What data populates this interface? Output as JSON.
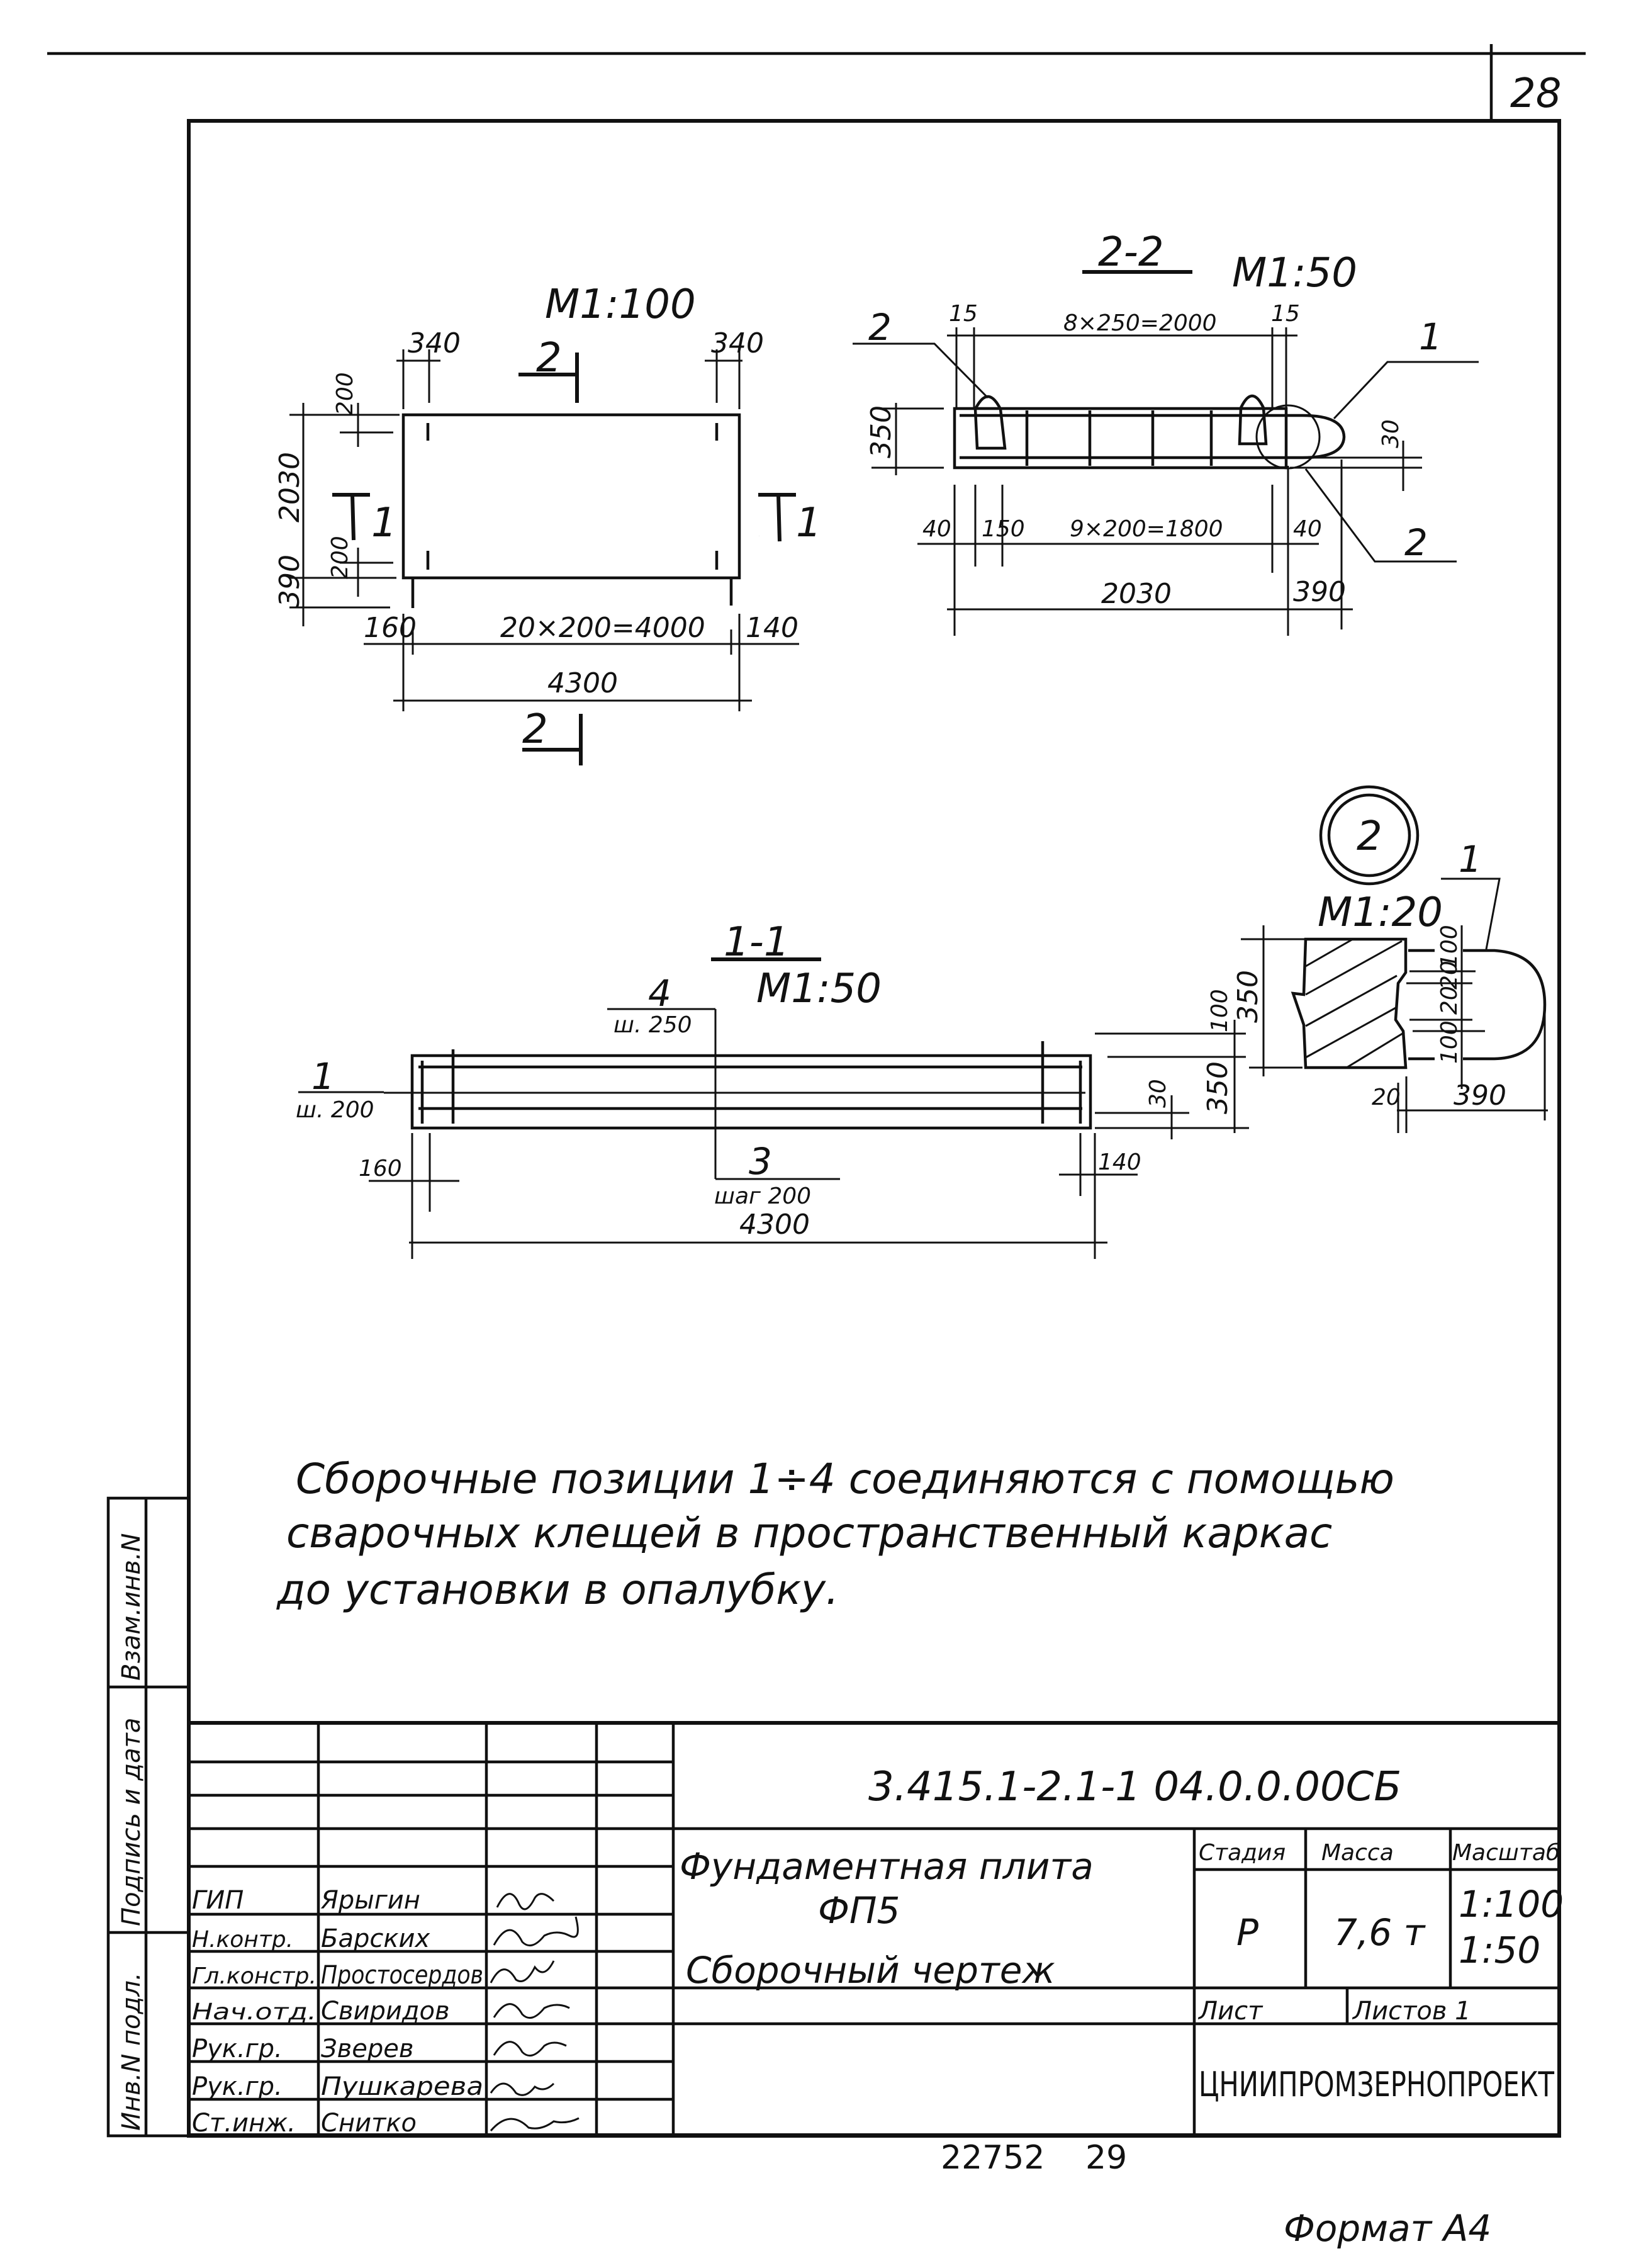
{
  "sheet": {
    "page_number": "28",
    "format_label": "Формат А4",
    "archive_number": "22752",
    "archive_sheet": "29"
  },
  "plan": {
    "scale": "М1:100",
    "section_mark": "2",
    "mark_left": "Т",
    "mark_left_num": "1",
    "mark_right": "Т",
    "mark_right_num": "1",
    "dims": {
      "top_left": "340",
      "top_right": "340",
      "left_top": "200",
      "left_total": "2030",
      "left_bottom": "200",
      "left_out": "390",
      "bottom_left": "160",
      "bottom_mid": "20×200=4000",
      "bottom_right": "140",
      "total": "4300"
    }
  },
  "section_2_2": {
    "title": "2-2",
    "scale": "М1:50",
    "pos_left": "2",
    "pos_right_top": "1",
    "pos_right_bottom": "2",
    "dims": {
      "top_left": "15",
      "top_mid": "8×250=2000",
      "top_right": "15",
      "height": "350",
      "cover": "30",
      "bot_left": "40",
      "bot_left2": "150",
      "bot_mid": "9×200=1800",
      "bot_right": "40",
      "total": "2030",
      "out": "390"
    }
  },
  "section_1_1": {
    "title": "1-1",
    "scale": "М1:50",
    "pos_4": "4",
    "pos_4_step": "ш. 250",
    "pos_1": "1",
    "pos_1_step": "ш. 200",
    "pos_3": "3",
    "pos_3_step": "шаг 200",
    "dims": {
      "left": "160",
      "right": "140",
      "total": "4300",
      "cover": "30",
      "height": "350",
      "top": "100"
    }
  },
  "detail_2": {
    "mark": "2",
    "scale": "М1:20",
    "pos": "1",
    "dims": {
      "height": "350",
      "a": "100",
      "b": "20",
      "c": "20",
      "d": "100",
      "left": "20",
      "out": "390"
    }
  },
  "note": {
    "lines": [
      "Сборочные позиции 1÷4 соединяются с помощью",
      "сварочных клещей в пространственный каркас",
      "до установки в опалубку."
    ]
  },
  "side_stamp": {
    "col1": "Инв.N подл.",
    "col2": "Подпись и дата",
    "col3": "Взам.инв.N"
  },
  "title_block": {
    "code": "3.415.1-2.1-1 04.0.0.00СБ",
    "name_line1": "Фундаментная плита",
    "name_line2": "ФП5",
    "name_line3": "Сборочный чертеж",
    "stage_header": "Стадия",
    "mass_header": "Масса",
    "scale_header": "Масштаб",
    "stage": "Р",
    "mass": "7,6 т",
    "scale_1": "1:100",
    "scale_2": "1:50",
    "sheet_label": "Лист",
    "sheets_label": "Листов 1",
    "organization": "ЦНИИПРОМЗЕРНОПРОЕКТ",
    "signatories": [
      {
        "role": "ГИП",
        "name": "Ярыгин"
      },
      {
        "role": "Н.контр.",
        "name": "Барских"
      },
      {
        "role": "Гл.констр.",
        "name": "Простосердов"
      },
      {
        "role": "Нач.отд.",
        "name": "Свиридов"
      },
      {
        "role": "Рук.гр.",
        "name": "Зверев"
      },
      {
        "role": "Рук.гр.",
        "name": "Пушкарева"
      },
      {
        "role": "Ст.инж.",
        "name": "Снитко"
      }
    ]
  }
}
